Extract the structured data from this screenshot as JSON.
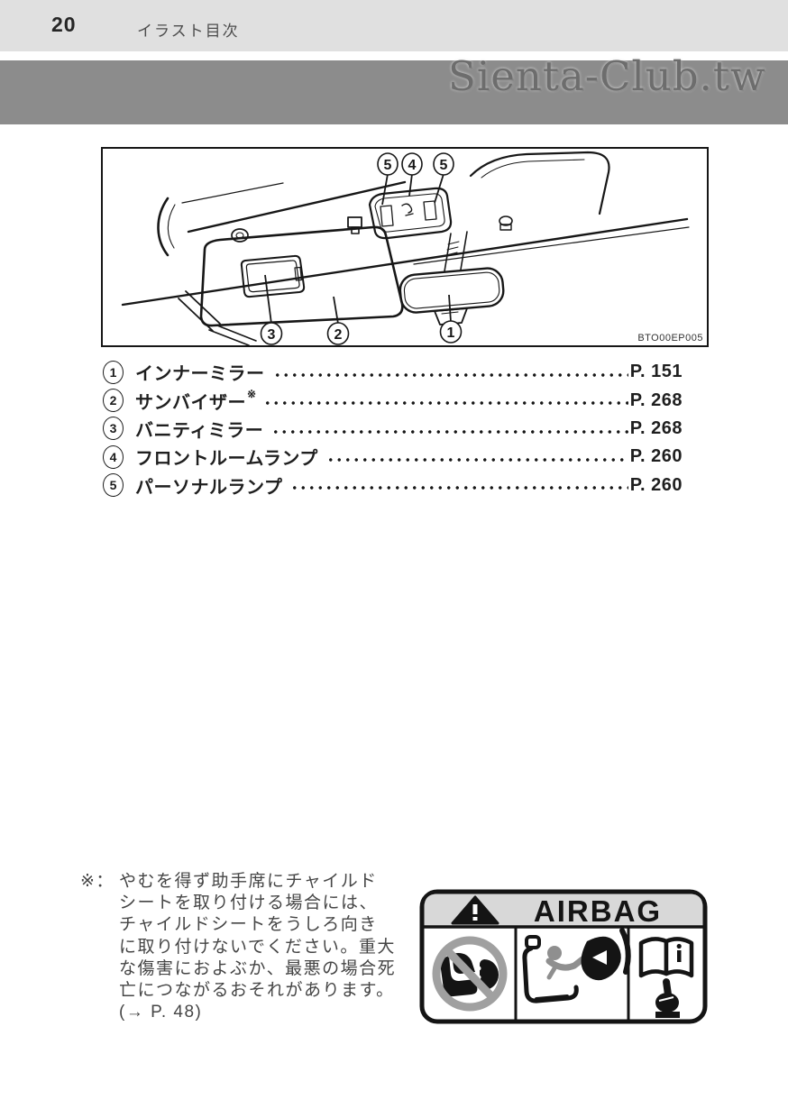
{
  "page": {
    "number": "20",
    "section_title": "イラスト目次",
    "watermark": "Sienta-Club.tw"
  },
  "diagram": {
    "figure_code": "BTO00EP005",
    "callouts": {
      "top": [
        "5",
        "4",
        "5"
      ],
      "bottom": [
        "3",
        "2",
        "1"
      ]
    }
  },
  "index_list": {
    "items": [
      {
        "num": "1",
        "label": "インナーミラー",
        "mark": "",
        "page": "P. 151"
      },
      {
        "num": "2",
        "label": "サンバイザー",
        "mark": "※",
        "page": "P. 268"
      },
      {
        "num": "3",
        "label": "バニティミラー",
        "mark": "",
        "page": "P. 268"
      },
      {
        "num": "4",
        "label": "フロントルームランプ",
        "mark": "",
        "page": "P. 260"
      },
      {
        "num": "5",
        "label": "パーソナルランプ",
        "mark": "",
        "page": "P. 260"
      }
    ]
  },
  "footnote": {
    "marker": "※：",
    "lines": [
      "やむを得ず助手席にチャイルド",
      "シートを取り付ける場合には、",
      "チャイルドシートをうしろ向き",
      "に取り付けないでください。重大",
      "な傷害におよぶか、最悪の場合死",
      "亡につながるおそれがあります。",
      "(→ P. 48)"
    ]
  },
  "airbag_label": {
    "title": "AIRBAG"
  },
  "colors": {
    "band_light": "#e0e0e0",
    "band_dark": "#8c8c8c",
    "line_art": "#171717",
    "prohibition_gray": "#a0a0a0",
    "label_header_gray": "#d8d8d8"
  }
}
